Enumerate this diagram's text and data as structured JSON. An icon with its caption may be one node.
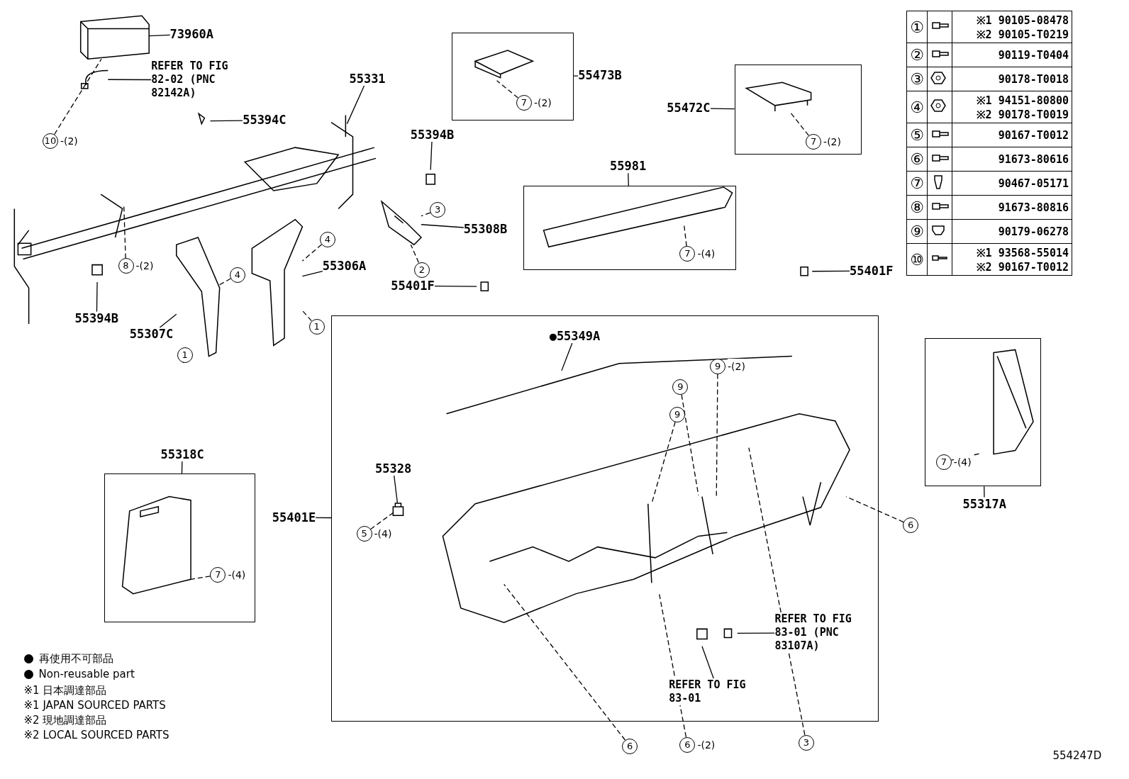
{
  "diagram": {
    "nodes": [
      {
        "text": [
          "73960A"
        ]
      },
      {
        "text": [
          "REFER TO FIG 82-02 (PNC 82142A)"
        ]
      },
      {
        "text": [
          "10"
        ],
        "beside": [
          "-(2)"
        ]
      },
      {
        "text": [
          "55331"
        ]
      },
      {
        "text": [
          "55394C"
        ]
      },
      {
        "text": [
          "55394B"
        ]
      },
      {
        "text": [
          "3"
        ]
      },
      {
        "text": [
          "55308B"
        ]
      },
      {
        "text": [
          "2"
        ]
      },
      {
        "text": [
          "4"
        ]
      },
      {
        "text": [
          "4"
        ]
      },
      {
        "text": [
          "55306A"
        ]
      },
      {
        "text": [
          "8"
        ],
        "beside": [
          "-(2)"
        ]
      },
      {
        "text": [
          "55394B"
        ]
      },
      {
        "text": [
          "55307C"
        ]
      },
      {
        "text": [
          "1"
        ]
      },
      {
        "text": [
          "1"
        ]
      },
      {
        "text": [],
        "shape": "box"
      },
      {
        "text": [
          "7"
        ],
        "beside": [
          "-(2)"
        ],
        "in": 17
      },
      {
        "text": [
          "55473B"
        ]
      },
      {
        "text": [],
        "shape": "box"
      },
      {
        "text": [
          "7"
        ],
        "beside": [
          "-(2)"
        ],
        "in": 20
      },
      {
        "text": [
          "55472C"
        ]
      },
      {
        "text": [
          "55981"
        ]
      },
      {
        "text": [],
        "shape": "box"
      },
      {
        "text": [
          "7"
        ],
        "beside": [
          "-(4)"
        ],
        "in": 24
      },
      {
        "text": [
          "55401F"
        ]
      },
      {
        "text": [
          "55401F"
        ]
      },
      {
        "text": [
          "55401E"
        ]
      },
      {
        "text": [],
        "shape": "box"
      },
      {
        "text": [
          "●55349A"
        ],
        "in": 29
      },
      {
        "text": [
          "9"
        ],
        "beside": [
          "-(2)"
        ],
        "in": 29
      },
      {
        "text": [
          "9"
        ],
        "in": 29
      },
      {
        "text": [
          "9"
        ],
        "in": 29
      },
      {
        "text": [
          "55328"
        ],
        "in": 29
      },
      {
        "text": [
          "5"
        ],
        "beside": [
          "-(4)"
        ],
        "in": 29
      },
      {
        "text": [
          "6"
        ]
      },
      {
        "text": [
          "REFER TO FIG 83-01 (PNC 83107A)"
        ],
        "in": 29
      },
      {
        "text": [
          "REFER TO FIG 83-01"
        ],
        "in": 29
      },
      {
        "text": [
          "6"
        ]
      },
      {
        "text": [
          "6"
        ],
        "beside": [
          "-(2)"
        ]
      },
      {
        "text": [
          "3"
        ]
      },
      {
        "text": [
          "55318C"
        ]
      },
      {
        "text": [],
        "shape": "box"
      },
      {
        "text": [
          "7"
        ],
        "beside": [
          "-(4)"
        ],
        "in": 43
      },
      {
        "text": [],
        "shape": "box"
      },
      {
        "text": [
          "7"
        ],
        "beside": [
          "-(4)"
        ],
        "in": 45
      },
      {
        "text": [
          "55317A"
        ]
      },
      {
        "text": [],
        "shape": "picture"
      },
      {
        "text": [],
        "shape": "picture"
      },
      {
        "text": [],
        "shape": "picture"
      },
      {
        "text": [],
        "shape": "picture"
      },
      {
        "text": [],
        "shape": "picture",
        "in": 29
      },
      {
        "text": [],
        "shape": "picture",
        "in": 20
      },
      {
        "text": [],
        "shape": "picture"
      }
    ],
    "edges": [
      {
        "from": 0,
        "to": 48,
        "arrow": "none"
      },
      {
        "from": 1,
        "to": 54,
        "arrow": "none"
      },
      {
        "from": 2,
        "to": 48,
        "arrow": "none",
        "style": "dashed"
      },
      {
        "from": 3,
        "to": null,
        "arrow": "none"
      },
      {
        "from": 4,
        "to": null,
        "arrow": "none"
      },
      {
        "from": 5,
        "to": null,
        "arrow": "none"
      },
      {
        "from": 6,
        "to": 49,
        "arrow": "none",
        "style": "dashed"
      },
      {
        "from": 7,
        "to": 49,
        "arrow": "none"
      },
      {
        "from": 8,
        "to": 49,
        "arrow": "none",
        "style": "dashed"
      },
      {
        "from": 9,
        "to": 50,
        "arrow": "none",
        "style": "dashed"
      },
      {
        "from": 10,
        "to": 51,
        "arrow": "none",
        "style": "dashed"
      },
      {
        "from": 11,
        "to": 50,
        "arrow": "none"
      },
      {
        "from": 12,
        "to": null,
        "arrow": "none",
        "style": "dashed"
      },
      {
        "from": 13,
        "to": null,
        "arrow": "none"
      },
      {
        "from": 14,
        "to": 51,
        "arrow": "none"
      },
      {
        "from": 15,
        "to": 51,
        "arrow": "none",
        "style": "dashed"
      },
      {
        "from": 16,
        "to": 50,
        "arrow": "none",
        "style": "dashed"
      },
      {
        "from": 18,
        "to": null,
        "arrow": "none",
        "style": "dashed"
      },
      {
        "from": 19,
        "to": 17,
        "arrow": "none"
      },
      {
        "from": 21,
        "to": 53,
        "arrow": "none",
        "style": "dashed"
      },
      {
        "from": 22,
        "to": 20,
        "arrow": "none"
      },
      {
        "from": 23,
        "to": 24,
        "arrow": "none"
      },
      {
        "from": 25,
        "to": null,
        "arrow": "none",
        "style": "dashed"
      },
      {
        "from": 26,
        "to": null,
        "arrow": "none"
      },
      {
        "from": 27,
        "to": null,
        "arrow": "none"
      },
      {
        "from": 28,
        "to": 29,
        "arrow": "none"
      },
      {
        "from": 30,
        "to": null,
        "arrow": "none"
      },
      {
        "from": 31,
        "to": null,
        "arrow": "none",
        "style": "dashed"
      },
      {
        "from": 32,
        "to": null,
        "arrow": "none",
        "style": "dashed"
      },
      {
        "from": 33,
        "to": null,
        "arrow": "none",
        "style": "dashed"
      },
      {
        "from": 34,
        "to": 52,
        "arrow": "none"
      },
      {
        "from": 35,
        "to": 52,
        "arrow": "none",
        "style": "dashed"
      },
      {
        "from": 36,
        "to": null,
        "arrow": "none",
        "style": "dashed"
      },
      {
        "from": 37,
        "to": null,
        "arrow": "none"
      },
      {
        "from": 38,
        "to": null,
        "arrow": "none"
      },
      {
        "from": 39,
        "to": null,
        "arrow": "none",
        "style": "dashed"
      },
      {
        "from": 40,
        "to": null,
        "arrow": "none",
        "style": "dashed"
      },
      {
        "from": 41,
        "to": null,
        "arrow": "none",
        "style": "dashed"
      },
      {
        "from": 42,
        "to": 43,
        "arrow": "none"
      },
      {
        "from": 44,
        "to": null,
        "arrow": "none",
        "style": "dashed"
      },
      {
        "from": 47,
        "to": 45,
        "arrow": "none"
      },
      {
        "from": 46,
        "to": null,
        "arrow": "none",
        "style": "dashed"
      }
    ],
    "labels": [
      "①",
      "※1 90105-08478",
      "※2 90105-T0219",
      "②",
      "90119-T0404",
      "③",
      "90178-T0018",
      "④",
      "※1 94151-80800",
      "※2 90178-T0019",
      "⑤",
      "90167-T0012",
      "⑥",
      "91673-80616",
      "⑦",
      "90467-05171",
      "⑧",
      "91673-80816",
      "⑨",
      "90179-06278",
      "⑩",
      "※1 93568-55014",
      "※2 90167-T0012",
      "※1 日本調達部品",
      "※1 JAPAN SOURCED PARTS",
      "※2 現地調達部品",
      "※2 LOCAL SOURCED PARTS",
      "554247D"
    ],
    "legend": [
      {
        "text": "再使用不可部品"
      },
      {
        "text": "Non-reusable part"
      }
    ]
  }
}
